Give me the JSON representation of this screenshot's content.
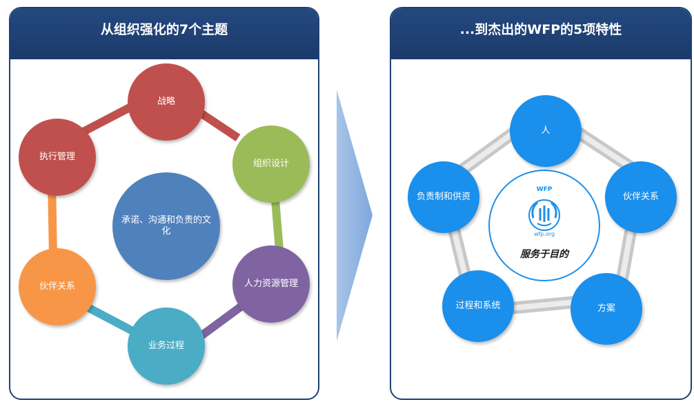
{
  "left": {
    "title": "从组织强化的7个主题",
    "center": "承诺、沟通和负责的文化",
    "nodes": [
      {
        "label": "战略",
        "color": "#c0504d"
      },
      {
        "label": "组织设计",
        "color": "#9bbb59"
      },
      {
        "label": "人力资源管理",
        "color": "#8064a2"
      },
      {
        "label": "业务过程",
        "color": "#4bacc6"
      },
      {
        "label": "伙伴关系",
        "color": "#f79646"
      },
      {
        "label": "执行管理",
        "color": "#c0504d"
      }
    ]
  },
  "right": {
    "title": "...到杰出的WFP的5项特性",
    "logo_text": "WFP",
    "logo_url": "wfp.org",
    "center": "服务于目的",
    "nodes": [
      {
        "label": "人"
      },
      {
        "label": "伙伴关系"
      },
      {
        "label": "方案"
      },
      {
        "label": "过程和系统"
      },
      {
        "label": "负责制和供资"
      }
    ]
  },
  "colors": {
    "header": "#1e3f73",
    "center_circle": "#4f81bd",
    "arrow": "#8fb3e0",
    "blue_node": "#1a8fec",
    "ring": "#d9d9d9"
  }
}
